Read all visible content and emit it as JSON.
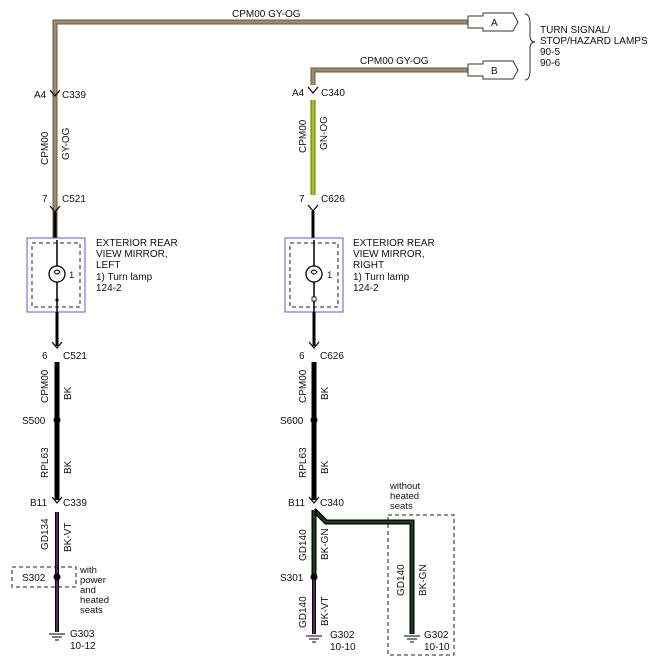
{
  "colors": {
    "gy_og_main": "#9e8a6b",
    "gy_og_edge": "#6b5a40",
    "gn_og": "#a3c41a",
    "gn_og_edge": "#5e7a10",
    "bk": "#000000",
    "bk_vt": "#7a2f8a",
    "bk_gn": "#1f3d1f",
    "module_border": "#5b5bd6"
  },
  "connector_a": {
    "label": "A",
    "wire": "CPM00  GY-OG"
  },
  "connector_b": {
    "label": "B",
    "wire": "CPM00  GY-OG"
  },
  "turn_signal": {
    "line1": "TURN SIGNAL/",
    "line2": "STOP/HAZARD LAMPS",
    "ref1": "90-5",
    "ref2": "90-6"
  },
  "left": {
    "c339_pin": "A4",
    "c339": "C339",
    "wire1_circuit": "CPM00",
    "wire1_color": "GY-OG",
    "c521_pin_top": "7",
    "c521_top": "C521",
    "mirror_line1": "EXTERIOR REAR",
    "mirror_line2": "VIEW MIRROR,",
    "mirror_line3": "LEFT",
    "mirror_line4": "1) Turn lamp",
    "mirror_line5": "124-2",
    "lamp_pin": "1",
    "c521_pin_bottom": "6",
    "c521_bottom": "C521",
    "wire2_circuit": "CPM00",
    "wire2_color": "BK",
    "splice1": "S500",
    "wire3_circuit": "RPL63",
    "wire3_color": "BK",
    "c339b_pin": "B11",
    "c339b": "C339",
    "wire4_circuit": "GD134",
    "wire4_color": "BK-VT",
    "splice2": "S302",
    "opt1": "with",
    "opt2": "power",
    "opt3": "and",
    "opt4": "heated",
    "opt5": "seats",
    "ground": "G303",
    "ground_ref": "10-12"
  },
  "right": {
    "c340_pin": "A4",
    "c340": "C340",
    "wire1_circuit": "CPM00",
    "wire1_color": "GN-OG",
    "c626_pin_top": "7",
    "c626_top": "C626",
    "mirror_line1": "EXTERIOR REAR",
    "mirror_line2": "VIEW MIRROR,",
    "mirror_line3": "RIGHT",
    "mirror_line4": "1) Turn lamp",
    "mirror_line5": "124-2",
    "lamp_pin": "1",
    "c626_pin_bottom": "6",
    "c626_bottom": "C626",
    "wire2_circuit": "CPM00",
    "wire2_color": "BK",
    "splice1": "S600",
    "wire3_circuit": "RPL63",
    "wire3_color": "BK",
    "c340b_pin": "B11",
    "c340b": "C340",
    "wire4_circuit": "GD140",
    "wire4_color": "BK-GN",
    "splice2": "S301",
    "wire5_circuit": "GD140",
    "wire5_color": "BK-VT",
    "ground": "G302",
    "ground_ref": "10-10",
    "opt1": "without",
    "opt2": "heated",
    "opt3": "seats",
    "alt_wire_circuit": "GD140",
    "alt_wire_color": "BK-GN",
    "alt_ground": "G302",
    "alt_ground_ref": "10-10"
  }
}
